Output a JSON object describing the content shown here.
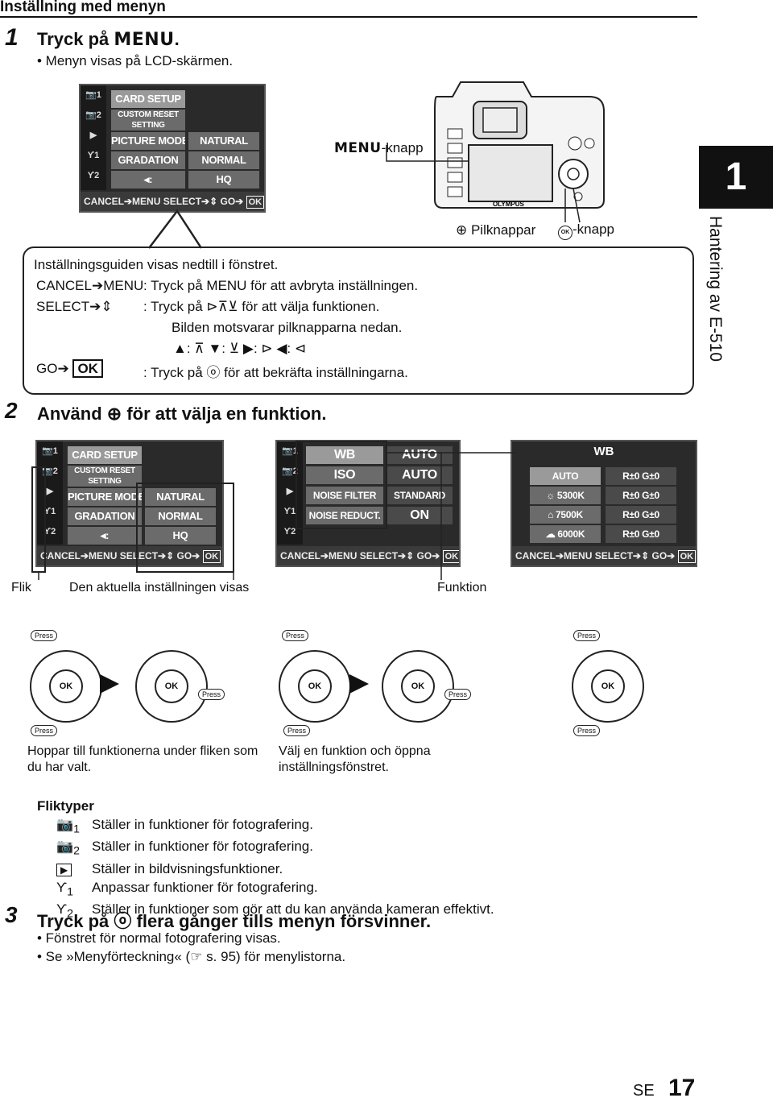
{
  "header": {
    "title": "Inställning med menyn"
  },
  "step1": {
    "num": "1",
    "text": "Tryck på ",
    "menu": "MENU",
    "period": ".",
    "bullet": "• Menyn visas på LCD-skärmen."
  },
  "screen1": {
    "tabs": [
      "1",
      "2",
      "▶",
      "1",
      "2"
    ],
    "rows": [
      {
        "left": "CARD SETUP",
        "right": ""
      },
      {
        "left": "CUSTOM RESET SETTING",
        "right": ""
      },
      {
        "left": "PICTURE MODE",
        "right": "NATURAL"
      },
      {
        "left": "GRADATION",
        "right": "NORMAL"
      },
      {
        "left": "◂:",
        "right": "HQ"
      }
    ],
    "footer": "CANCEL➔MENU SELECT➔⇕ GO➔",
    "ok": "OK"
  },
  "camera": {
    "menu_label": "MENU",
    "menu_suffix": "-knapp",
    "arrows_label": "Pilknappar",
    "ok_label": "-knapp",
    "brand": "OLYMPUS",
    "ok_icon": "OK"
  },
  "guide": {
    "intro": "Inställningsguiden visas nedtill i fönstret.",
    "cancel_key": "CANCEL➔MENU",
    "cancel_text": ": Tryck på MENU för att avbryta inställningen.",
    "select_key": "SELECT➔⇕",
    "select_text": ": Tryck på ⊳⊼⊻ för att välja funktionen.",
    "select_text2": "Bilden motsvarar pilknapparna nedan.",
    "mapping": "▲: ⊼     ▼: ⊻     ▶: ⊳     ◀: ⊲",
    "go_key": "GO➔",
    "go_ok": "OK",
    "go_text": ": Tryck på ⓞ för att bekräfta inställningarna."
  },
  "step2": {
    "num": "2",
    "text": "Använd ⊕ för att välja en funktion."
  },
  "screen2a": {
    "rows": [
      {
        "left": "CARD SETUP",
        "right": ""
      },
      {
        "left": "CUSTOM RESET SETTING",
        "right": ""
      },
      {
        "left": "PICTURE MODE",
        "right": "NATURAL"
      },
      {
        "left": "GRADATION",
        "right": "NORMAL"
      },
      {
        "left": "◂:",
        "right": "HQ"
      }
    ],
    "footer": "CANCEL➔MENU SELECT➔⇕ GO➔",
    "ok": "OK"
  },
  "screen2b": {
    "rows": [
      {
        "left": "WB",
        "right": "AUTO"
      },
      {
        "left": "ISO",
        "right": "AUTO"
      },
      {
        "left": "NOISE FILTER",
        "right": "STANDARD"
      },
      {
        "left": "NOISE REDUCT.",
        "right": "ON"
      }
    ],
    "footer": "CANCEL➔MENU SELECT➔⇕ GO➔",
    "ok": "OK"
  },
  "screen2c": {
    "title": "WB",
    "rows": [
      {
        "left": "AUTO",
        "right": "R±0 G±0"
      },
      {
        "left": "☼ 5300K",
        "right": "R±0 G±0"
      },
      {
        "left": "⌂ 7500K",
        "right": "R±0 G±0"
      },
      {
        "left": "☁ 6000K",
        "right": "R±0 G±0"
      }
    ],
    "footer": "CANCEL➔MENU SELECT➔⇕ GO➔",
    "ok": "OK"
  },
  "callouts": {
    "flik": "Flik",
    "current": "Den aktuella inställningen visas",
    "funktion": "Funktion"
  },
  "pads": {
    "press": "Press",
    "ok": "OK"
  },
  "captions": {
    "left": "Hoppar till funktionerna under fliken som du har valt.",
    "right": "Välj en funktion och öppna inställningsfönstret."
  },
  "fliktyper": {
    "title": "Fliktyper",
    "items": [
      {
        "icon": "1",
        "text": "Ställer in funktioner för fotografering."
      },
      {
        "icon": "2",
        "text": "Ställer in funktioner för fotografering."
      },
      {
        "icon": "▶",
        "text": "Ställer in bildvisningsfunktioner."
      },
      {
        "icon": "1",
        "text": "Anpassar funktioner för fotografering."
      },
      {
        "icon": "2",
        "text": "Ställer in funktioner som gör att du kan använda kameran effektivt."
      }
    ]
  },
  "step3": {
    "num": "3",
    "text": "Tryck på ⓞ flera gånger tills menyn försvinner.",
    "b1": "• Fönstret för normal fotografering visas.",
    "b2": "• Se »Menyförteckning« (☞ s. 95) för menylistorna."
  },
  "sidebar": {
    "chapter": "1",
    "label": "Hantering av E-510"
  },
  "footer": {
    "lang": "SE",
    "page": "17"
  }
}
